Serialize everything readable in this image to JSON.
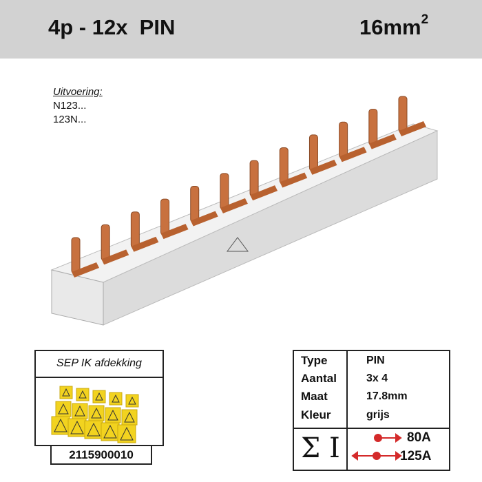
{
  "header": {
    "title": "4p - 12x  PIN",
    "cross_section": "16mm",
    "cross_section_sup": "2"
  },
  "variants": {
    "heading": "Uitvoering:",
    "items": [
      "N123...",
      "123N..."
    ]
  },
  "product_image": {
    "pin_count": 12,
    "bar_color": "#e6e6e6",
    "pin_color": "#c8713f"
  },
  "accessory": {
    "title": "SEP IK afdekking",
    "code": "2115900010",
    "color": "#f2d31f"
  },
  "specs": {
    "rows": [
      {
        "label": "Type",
        "value": "PIN"
      },
      {
        "label": "Aantal",
        "value": "3x 4"
      },
      {
        "label": "Maat",
        "value": "17.8mm"
      },
      {
        "label": "Kleur",
        "value": "grijs"
      }
    ],
    "current_symbol": "Σ I",
    "currents": [
      {
        "value": "80A",
        "feed": "end"
      },
      {
        "value": "125A",
        "feed": "center"
      }
    ],
    "arrow_color": "#d42a2a"
  }
}
